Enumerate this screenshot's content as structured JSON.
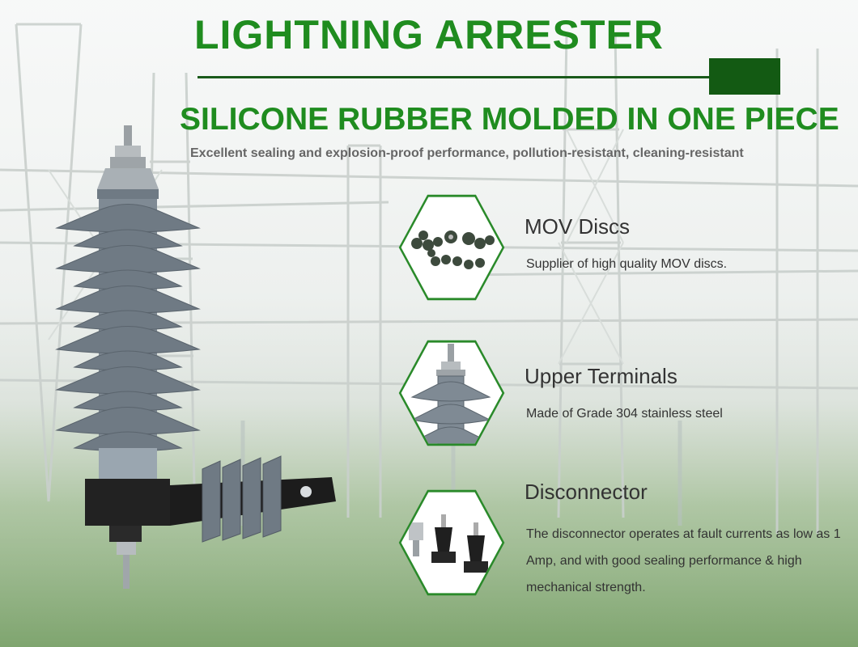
{
  "header": {
    "title": "LIGHTNING ARRESTER",
    "subtitle": "SILICONE RUBBER MOLDED IN ONE PIECE",
    "tagline": "Excellent sealing and explosion-proof performance, pollution-resistant, cleaning-resistant"
  },
  "features": [
    {
      "title": "MOV Discs",
      "description": "Supplier of high quality MOV discs."
    },
    {
      "title": "Upper Terminals",
      "description": "Made of Grade 304 stainless steel"
    },
    {
      "title": "Disconnector",
      "description": "The disconnector operates at fault currents as low as 1 Amp, and with good sealing performance & high mechanical strength."
    }
  ],
  "colors": {
    "brand_green": "#1f8c1f",
    "dark_green": "#135a13",
    "insulator_gray": "#6f7a84"
  }
}
